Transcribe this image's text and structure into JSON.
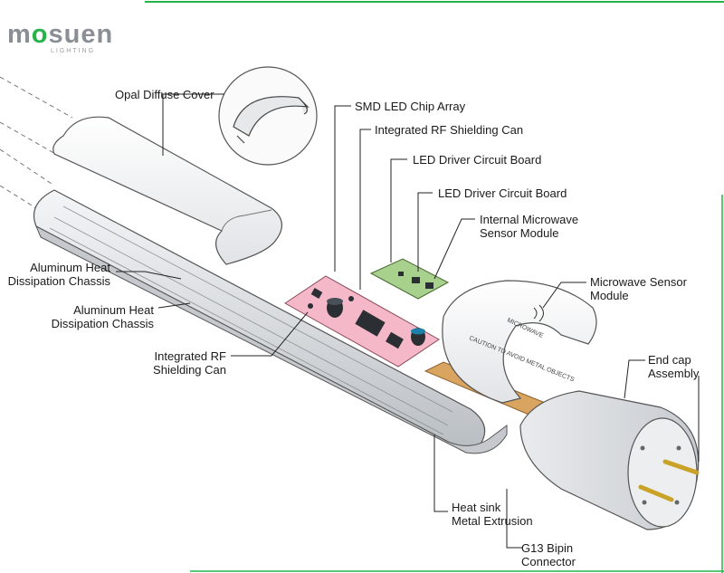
{
  "brand": {
    "name_a": "m",
    "name_o": "o",
    "name_b": "suen",
    "tagline": "LIGHTING"
  },
  "colors": {
    "brand_green": "#27b34a",
    "pcb_pink": "#f4b8c8",
    "sensor_pcb": "#a9d18e",
    "strip": "#d9a460",
    "pin": "#c9a227"
  },
  "labels": {
    "opal_cover": "Opal Diffuse Cover",
    "smd_led": "SMD LED Chip Array",
    "rf_can_top": "Integrated RF Shielding Can",
    "driver_1": "LED Driver Circuit Board",
    "driver_2": "LED Driver Circuit Board",
    "internal_sensor_l1": "Internal Microwave",
    "internal_sensor_l2": "Sensor Module",
    "alu_1_l1": "Aluminum Heat",
    "alu_1_l2": "Dissipation Chassis",
    "alu_2_l1": "Aluminum Heat",
    "alu_2_l2": "Dissipation Chassis",
    "rf_can_l1": "Integrated RF",
    "rf_can_l2": "Shielding Can",
    "mw_sensor_l1": "Microwave Sensor",
    "mw_sensor_l2": "Module",
    "endcap_l1": "End cap",
    "endcap_l2": "Assembly",
    "heatsink_l1": "Heat sink",
    "heatsink_l2": "Metal Extrusion",
    "g13_l1": "G13 Bipin",
    "g13_l2": "Connector"
  },
  "sensor_cover": {
    "line1": "MICROWAVE",
    "line2": "CAUTION TO AVOID METAL OBJECTS"
  }
}
